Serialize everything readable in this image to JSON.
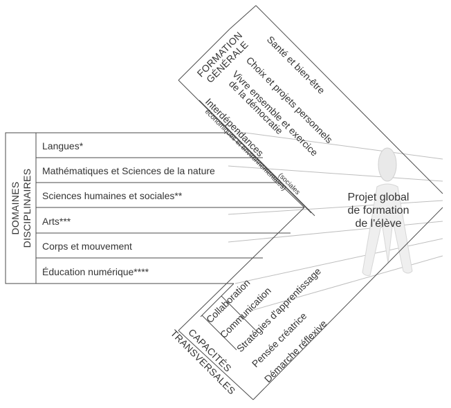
{
  "domaines": {
    "title_line1": "DOMAINES",
    "title_line2": "DISCIPLINAIRES",
    "items": [
      "Langues*",
      "Mathématiques et Sciences de la nature",
      "Sciences humaines et sociales**",
      "Arts***",
      "Corps et mouvement",
      "Éducation numérique****"
    ]
  },
  "formation_generale": {
    "title_line1": "FORMATION",
    "title_line2": "GÉNÉRALE",
    "items": [
      "Santé et bien-être",
      "Choix et projets personnels",
      "Vivre ensemble et exercice",
      "de la démocratie",
      "Interdépendances",
      "(sociales",
      "économiques et environnementales)"
    ]
  },
  "capacites_transversales": {
    "title_line1": "CAPACITÉS",
    "title_line2": "TRANSVERSALES",
    "items": [
      "Collaboration",
      "Communication",
      "Stratégies d'apprentissage",
      "Pensée créatrice",
      "Démarche réflexive"
    ]
  },
  "centre": {
    "line1": "Projet global",
    "line2": "de formation",
    "line3": "de l'élève"
  },
  "colors": {
    "line": "#4a4a4a",
    "light_line": "#bdbdbd",
    "text": "#333333",
    "figure_fill": "#e9e9e9"
  }
}
